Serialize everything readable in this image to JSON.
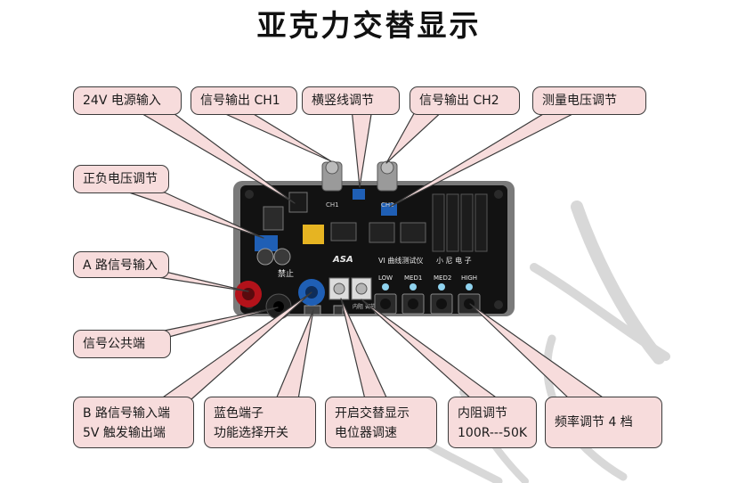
{
  "title": "亚克力交替显示",
  "callouts": {
    "power_input": "24V 电源输入",
    "signal_out_ch1": "信号输出 CH1",
    "crosshair_adjust": "横竖线调节",
    "signal_out_ch2": "信号输出 CH2",
    "measure_voltage_adjust": "测量电压调节",
    "pos_neg_voltage_adjust": "正负电压调节",
    "a_signal_input": "A 路信号输入",
    "signal_common": "信号公共端",
    "b_signal_input_line1": "B 路信号输入端",
    "b_signal_input_line2": "5V 触发输出端",
    "blue_terminal_line1": "蓝色端子",
    "blue_terminal_line2": "功能选择开关",
    "alternate_display_line1": "开启交替显示",
    "alternate_display_line2": "电位器调速",
    "internal_resistance_line1": "内阻调节",
    "internal_resistance_line2": "100R---50K",
    "frequency_adjust": "频率调节  4 档"
  },
  "board": {
    "ch1_label": "CH1",
    "ch2_label": "CH2",
    "product_name": "VI 曲线测试仪",
    "brand": "小 尼 电 子",
    "logo_text": "ASA",
    "warning_text": "禁止",
    "button_low": "LOW",
    "button_med1": "MED1",
    "button_med2": "MED2",
    "button_high": "HIGH",
    "pot_label": "内阻 调节"
  },
  "colors": {
    "callout_fill": "#f7dcdc",
    "callout_border": "#3b3b3b",
    "board": "#121212",
    "blue_component": "#1f5fb5",
    "red_terminal": "#b3121a",
    "led_blue": "#8fd2ee"
  }
}
